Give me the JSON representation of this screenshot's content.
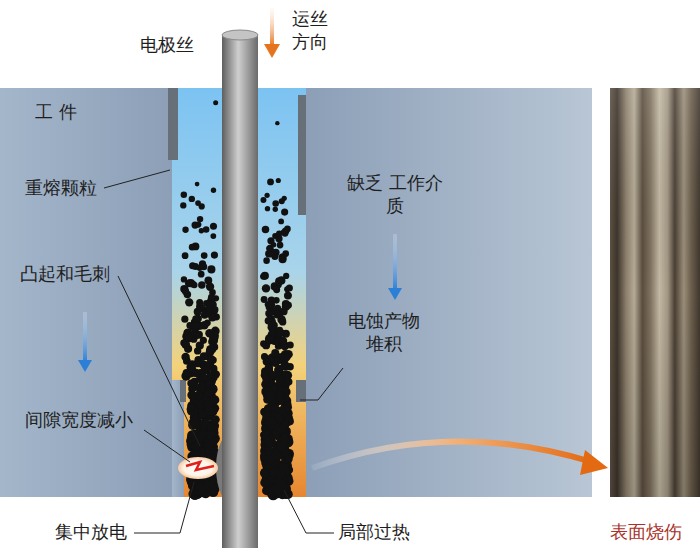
{
  "diagram": {
    "labels": [
      "电极丝",
      "运丝 方向",
      "工 件",
      "重熔颗粒",
      "缺乏 工作介质",
      "凸起和毛刺",
      "电蚀产物 堆积",
      "间隙宽度减小",
      "集中放电",
      "局部过热",
      "表面烧伤"
    ]
  }
}
